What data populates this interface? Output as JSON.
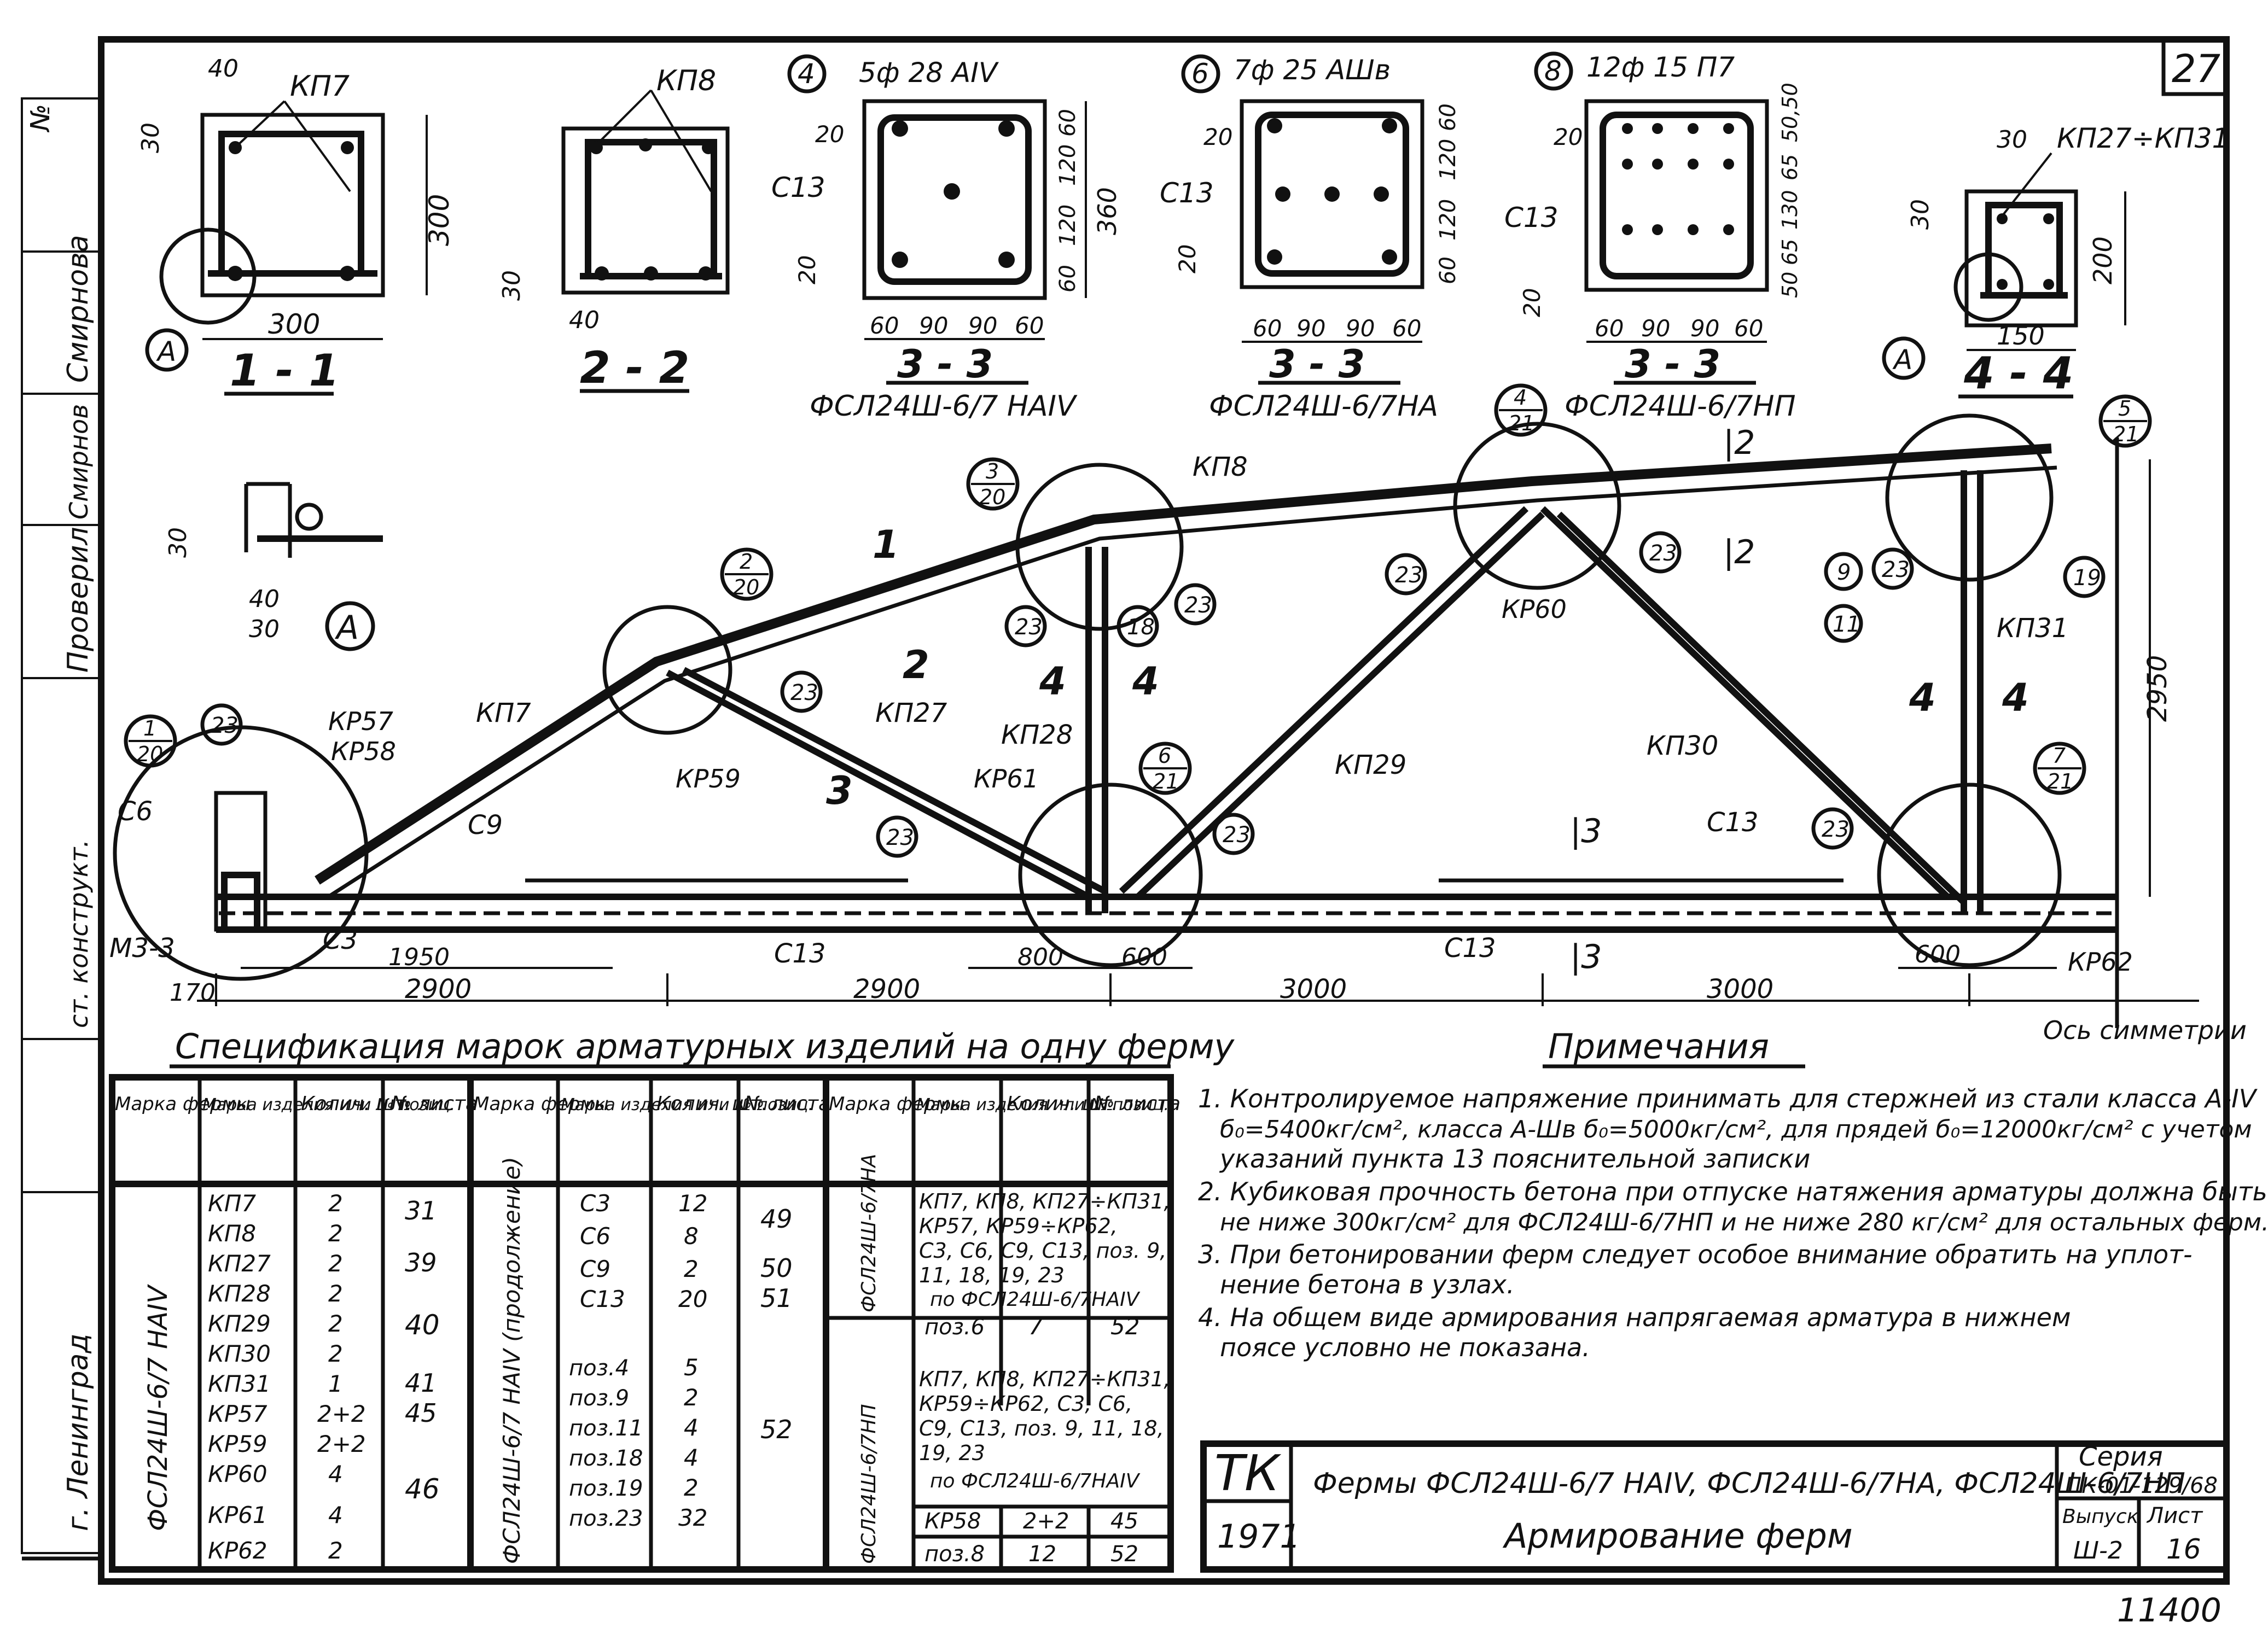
{
  "sheet": {
    "number": "27"
  },
  "side_stamp": {
    "no_label": "№",
    "smirnova": "Смирнова",
    "proveril": "Проверил",
    "sign1": "Смирнов",
    "sign2": "ст. конструкт.",
    "city": "г. Ленинград"
  },
  "sections": {
    "s11": {
      "title": "1 - 1",
      "kp": "КП7",
      "w": "300",
      "h": "300",
      "d1": "40",
      "d2": "30",
      "callout": "А"
    },
    "s22": {
      "title": "2 - 2",
      "kp": "КП8",
      "d1": "40",
      "d2": "30"
    },
    "s33a": {
      "title": "3 - 3",
      "sub": "ФСЛ24Ш-6/7 НАIV",
      "pos": "4",
      "bars": "5ф 28 АIV",
      "c": "С13",
      "d20a": "20",
      "d20b": "20",
      "dims_x": [
        "60",
        "90",
        "90",
        "60"
      ],
      "dims_y": [
        "60",
        "120",
        "120",
        "60"
      ],
      "h": "360"
    },
    "s33b": {
      "title": "3 - 3",
      "sub": "ФСЛ24Ш-6/7НА",
      "pos": "6",
      "bars": "7ф 25 АШв",
      "c": "С13",
      "d20a": "20",
      "d20b": "20",
      "dims_x": [
        "60",
        "90",
        "90",
        "60"
      ],
      "dims_y": [
        "60",
        "120",
        "120",
        "60"
      ]
    },
    "s33c": {
      "title": "3 - 3",
      "sub": "ФСЛ24Ш-6/7НП",
      "pos": "8",
      "bars": "12ф 15 П7",
      "c": "С13",
      "d20a": "20",
      "d20b": "20",
      "dims_x": [
        "60",
        "90",
        "90",
        "60"
      ],
      "dims_y": [
        "50,50",
        "65",
        "130",
        "65",
        "50"
      ]
    },
    "s44": {
      "title": "4 - 4",
      "kp": "КП27÷КП31",
      "w": "150",
      "h": "200",
      "d1": "30",
      "d2": "30",
      "callout": "А"
    },
    "detA": {
      "callout": "А",
      "d30": "30",
      "d40": "40",
      "d30b": "30"
    }
  },
  "truss": {
    "labels": [
      "КП7",
      "КП8",
      "КП27",
      "КП28",
      "КП29",
      "КП30",
      "КП31",
      "КР57",
      "КР58",
      "КР59",
      "КР60",
      "КР61",
      "КР62",
      "С6",
      "С9",
      "С3",
      "С13",
      "С13",
      "С13",
      "М3-3"
    ],
    "node_refs": [
      {
        "top": "1",
        "bot": "20"
      },
      {
        "top": "2",
        "bot": "20"
      },
      {
        "top": "3",
        "bot": "20"
      },
      {
        "top": "4",
        "bot": "21"
      },
      {
        "top": "5",
        "bot": "21"
      },
      {
        "top": "6",
        "bot": "21"
      },
      {
        "top": "7",
        "bot": "21"
      }
    ],
    "pos_bubbles": [
      "23",
      "23",
      "23",
      "23",
      "23",
      "23",
      "23",
      "23",
      "23",
      "23",
      "18",
      "9",
      "11",
      "19"
    ],
    "section_marks": [
      "1",
      "2",
      "3",
      "4",
      "4",
      "4",
      "4",
      "|2",
      "|2",
      "|3",
      "|3"
    ],
    "dims": {
      "d170": "170",
      "d1950": "1950",
      "d2900a": "2900",
      "d2900b": "2900",
      "d800": "800",
      "d600a": "600",
      "d3000a": "3000",
      "d3000b": "3000",
      "d600b": "600",
      "h2950": "2950"
    },
    "axis_label": "Ось симметрии"
  },
  "spec": {
    "title": "Спецификация марок арматурных изделий на одну ферму",
    "headers": [
      "Марка фермы",
      "Марка изделия или № позиц.",
      "Колич. шт.",
      "№ листа"
    ],
    "group1": {
      "truss": "ФСЛ24Ш-6/7 НАIV",
      "rows": [
        [
          "КП7",
          "2",
          "31"
        ],
        [
          "КП8",
          "2",
          ""
        ],
        [
          "КП27",
          "2",
          "39"
        ],
        [
          "КП28",
          "2",
          ""
        ],
        [
          "КП29",
          "2",
          "40"
        ],
        [
          "КП30",
          "2",
          ""
        ],
        [
          "КП31",
          "1",
          "41"
        ],
        [
          "КР57",
          "2+2",
          "45"
        ],
        [
          "КР59",
          "2+2",
          ""
        ],
        [
          "КР60",
          "4",
          "46"
        ],
        [
          "КР61",
          "4",
          ""
        ],
        [
          "КР62",
          "2",
          ""
        ]
      ]
    },
    "group2": {
      "truss": "ФСЛ24Ш-6/7 НАIV (продолжение)",
      "rows": [
        [
          "С3",
          "12",
          "49"
        ],
        [
          "С6",
          "8",
          ""
        ],
        [
          "С9",
          "2",
          "50"
        ],
        [
          "С13",
          "20",
          "51"
        ],
        [
          "",
          "",
          ""
        ],
        [
          "поз.4",
          "5",
          ""
        ],
        [
          "поз.9",
          "2",
          "52"
        ],
        [
          "поз.11",
          "4",
          ""
        ],
        [
          "поз.18",
          "4",
          ""
        ],
        [
          "поз.19",
          "2",
          ""
        ],
        [
          "поз.23",
          "32",
          ""
        ]
      ]
    },
    "group3": {
      "truss": "ФСЛ24Ш-6/7НА",
      "text": [
        "КП7, КП8, КП27÷КП31,",
        "КР57, КР59÷КР62,",
        "С3, С6, С9, С13, поз. 9,",
        "11, 18, 19, 23",
        "по ФСЛ24Ш-6/7НАIV"
      ],
      "row": [
        "поз.6",
        "7",
        "52"
      ]
    },
    "group4": {
      "truss": "ФСЛ24Ш-6/7НП",
      "text": [
        "КП7, КП8, КП27÷КП31,",
        "КР59÷КР62, С3, С6,",
        "С9, С13, поз. 9, 11, 18,",
        "19, 23",
        "по ФСЛ24Ш-6/7НАIV"
      ],
      "rows": [
        [
          "КР58",
          "2+2",
          "45"
        ],
        [
          "поз.8",
          "12",
          "52"
        ]
      ]
    }
  },
  "notes": {
    "title": "Примечания",
    "lines": [
      "1. Контролируемое напряжение принимать для стержней из стали класса А-IV",
      "б₀=5400кг/см², класса А-Шв б₀=5000кг/см², для прядей б₀=12000кг/см² с учетом",
      "указаний пункта 13 пояснительной записки",
      "2. Кубиковая прочность бетона при отпуске натяжения арматуры должна быть",
      "не ниже 300кг/см² для ФСЛ24Ш-6/7НП и не ниже 280 кг/см² для остальных ферм.",
      "3. При бетонировании ферм следует особое внимание обратить на уплот-",
      "нение бетона в узлах.",
      "4. На общем виде армирования напрягаемая арматура в нижнем",
      "поясе условно не показана."
    ]
  },
  "title_block": {
    "org": "ТК",
    "year": "1971",
    "name": "Фермы ФСЛ24Ш-6/7 НАIV, ФСЛ24Ш-6/7НА, ФСЛ24Ш-6/7НП",
    "subtitle": "Армирование ферм",
    "series_label": "Серия",
    "series": "ПК-01-129/68",
    "issue_label": "Выпуск",
    "issue": "Ш-2",
    "sheet_label": "Лист",
    "sheet": "16"
  },
  "bottom_number": "11400"
}
